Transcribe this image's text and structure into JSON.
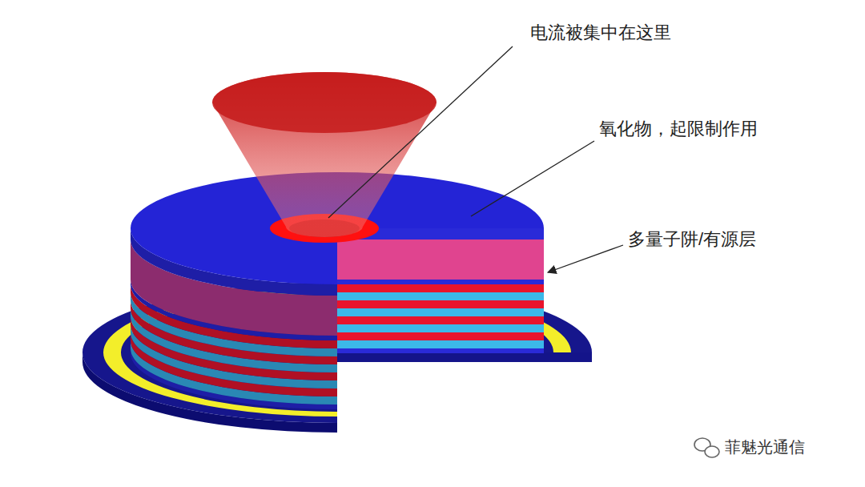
{
  "diagram": {
    "labels": [
      "电流被集中在这里",
      "氧化物，起限制作用",
      "多量子阱/有源层",
      "菲魅光通信"
    ]
  }
}
